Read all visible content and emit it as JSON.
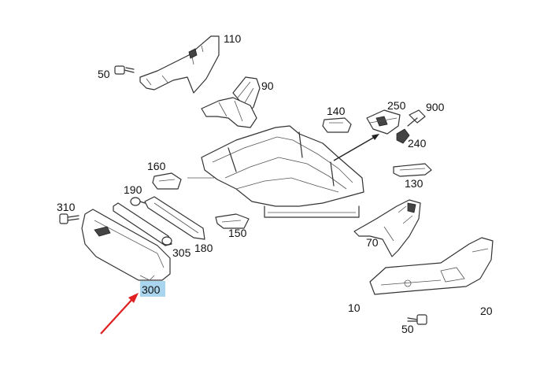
{
  "labels": {
    "p10": "10",
    "p20": "20",
    "p50a": "50",
    "p50b": "50",
    "p70": "70",
    "p90": "90",
    "p110": "110",
    "p130": "130",
    "p140": "140",
    "p150": "150",
    "p160": "160",
    "p180": "180",
    "p190": "190",
    "p240": "240",
    "p250": "250",
    "p300": "300",
    "p305": "305",
    "p310": "310",
    "p900": "900"
  },
  "highlight": {
    "label": "300",
    "fill": "#a9d5ee",
    "arrow_color": "#e02020"
  }
}
